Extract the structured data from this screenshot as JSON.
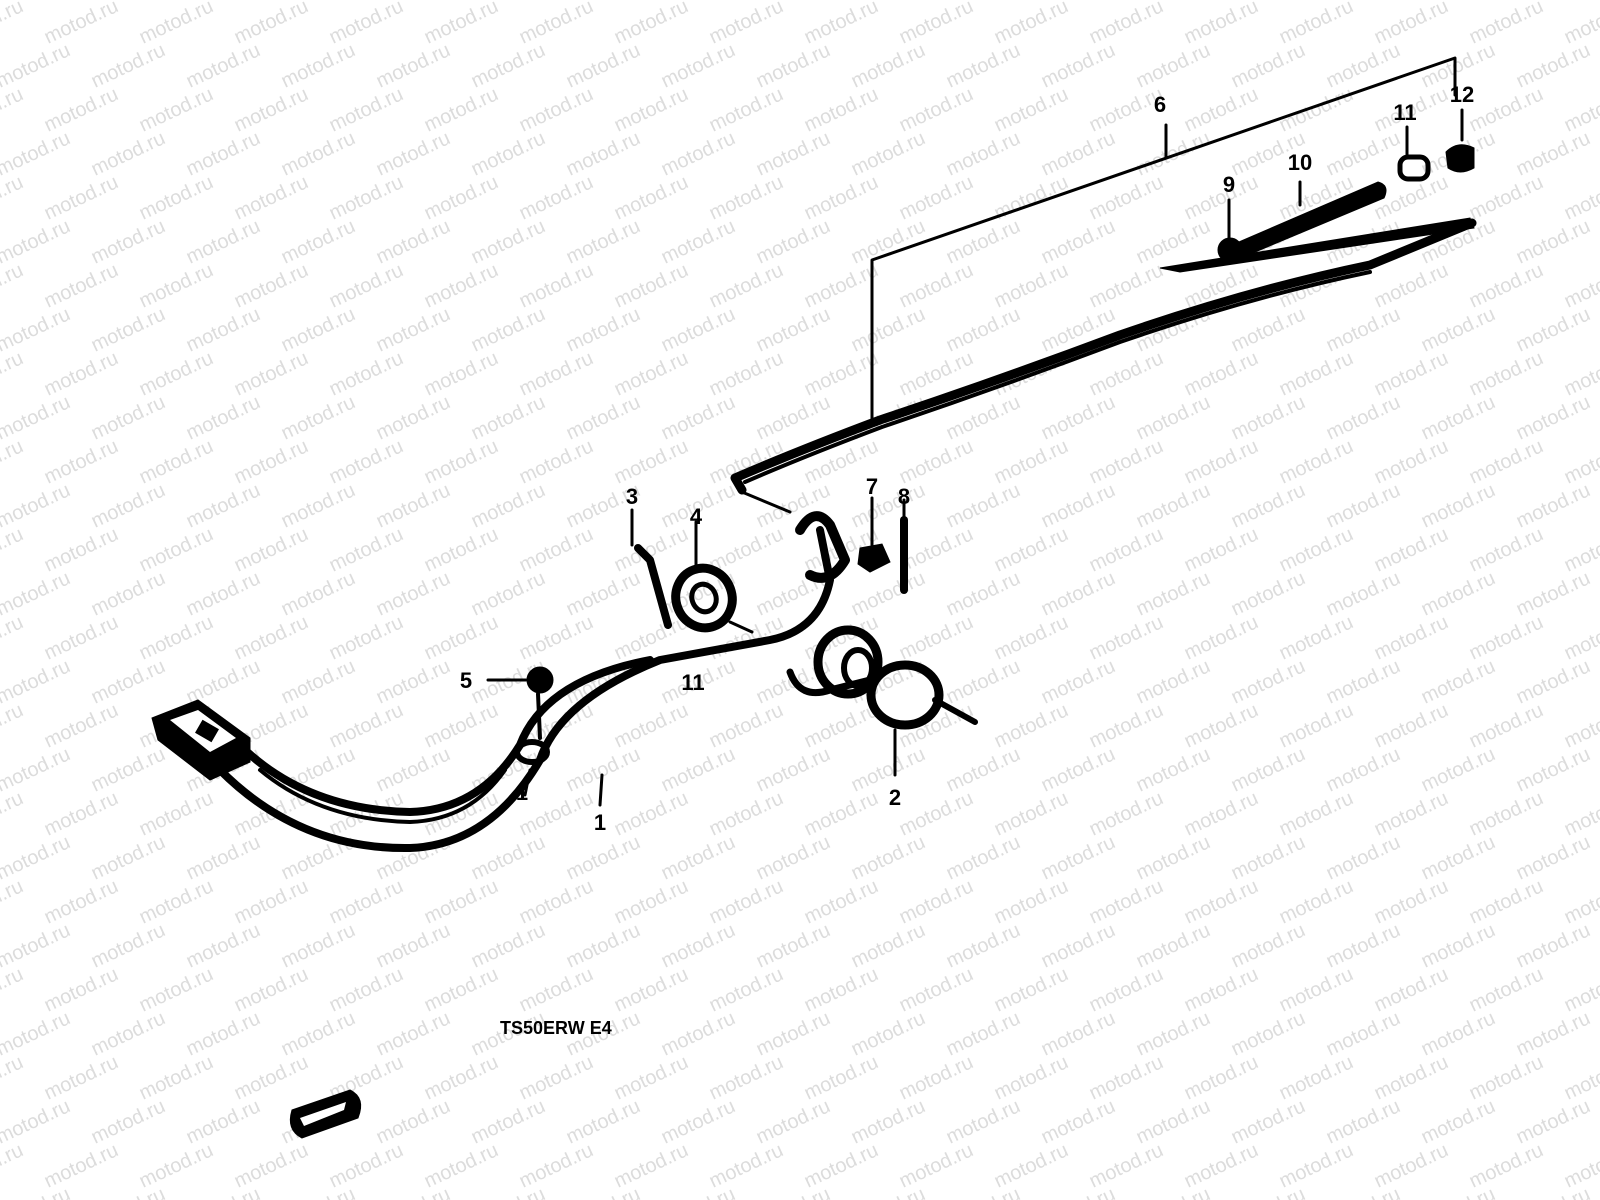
{
  "watermark": {
    "text": "motod.ru"
  },
  "model_code": "TS50ERW E4",
  "callouts": [
    {
      "id": "1a",
      "label": "1"
    },
    {
      "id": "1b",
      "label": "1"
    },
    {
      "id": "2",
      "label": "2"
    },
    {
      "id": "3",
      "label": "3"
    },
    {
      "id": "4",
      "label": "4"
    },
    {
      "id": "5",
      "label": "5"
    },
    {
      "id": "6",
      "label": "6"
    },
    {
      "id": "7",
      "label": "7"
    },
    {
      "id": "8",
      "label": "8"
    },
    {
      "id": "9",
      "label": "9"
    },
    {
      "id": "10",
      "label": "10"
    },
    {
      "id": "11",
      "label": "11"
    },
    {
      "id": "12",
      "label": "12"
    },
    {
      "id": "11b",
      "label": "11"
    }
  ],
  "colors": {
    "ink": "#000000",
    "watermark": "#dcdcdc",
    "paper": "#ffffff"
  }
}
